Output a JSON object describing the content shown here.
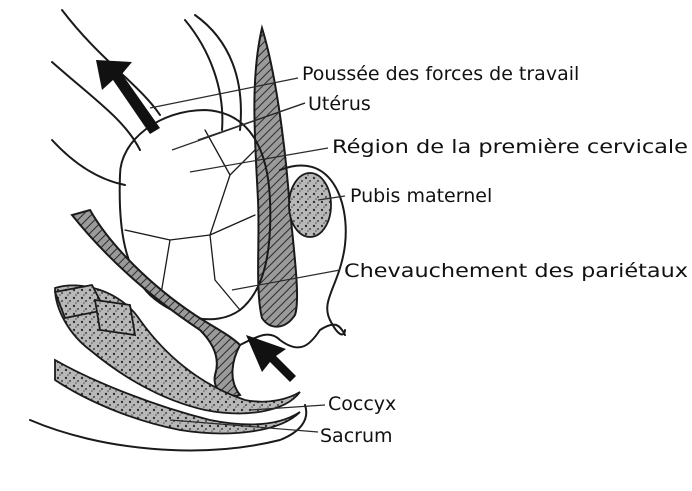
{
  "labels": {
    "poussee": "Poussée des forces de travail",
    "uterus": "Utérus",
    "region_cervicale": "Région de la première cervicale",
    "pubis": "Pubis maternel",
    "chevauchement": "Chevauchement des pariétaux",
    "coccyx": "Coccyx",
    "sacrum": "Sacrum"
  }
}
